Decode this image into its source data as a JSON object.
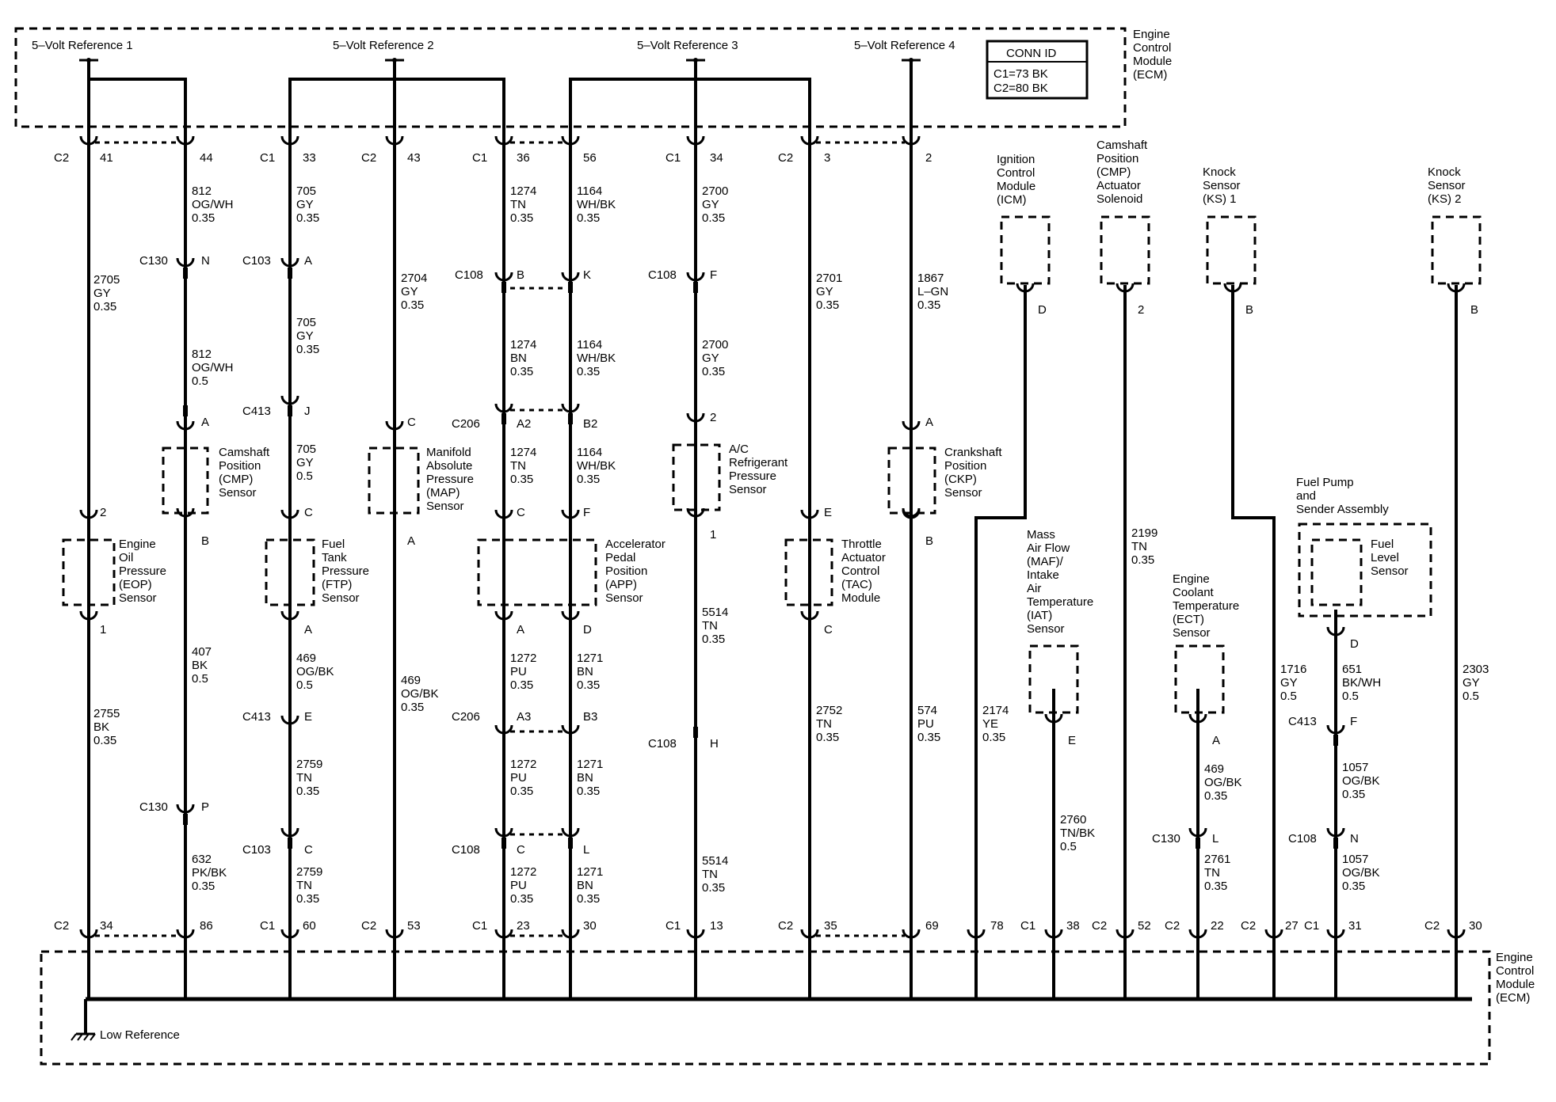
{
  "ecm": {
    "label_top": [
      "Engine",
      "Control",
      "Module",
      "(ECM)"
    ],
    "label_bottom": [
      "Engine",
      "Control",
      "Module",
      "(ECM)"
    ],
    "low_reference": "Low Reference"
  },
  "conn_id": {
    "title": "CONN ID",
    "lines": [
      "C1=73 BK",
      "C2=80 BK"
    ]
  },
  "references": [
    "5–Volt Reference 1",
    "5–Volt Reference 2",
    "5–Volt Reference 3",
    "5–Volt Reference 4"
  ],
  "top_pins": [
    {
      "conn": "C2",
      "pin": "41"
    },
    {
      "conn": "",
      "pin": "44"
    },
    {
      "conn": "C1",
      "pin": "33"
    },
    {
      "conn": "C2",
      "pin": "43"
    },
    {
      "conn": "C1",
      "pin": "36"
    },
    {
      "conn": "",
      "pin": "56"
    },
    {
      "conn": "C1",
      "pin": "34"
    },
    {
      "conn": "C2",
      "pin": "3"
    },
    {
      "conn": "",
      "pin": "2"
    }
  ],
  "bottom_pins": [
    {
      "conn": "C2",
      "pin": "34"
    },
    {
      "conn": "",
      "pin": "86"
    },
    {
      "conn": "C1",
      "pin": "60"
    },
    {
      "conn": "C2",
      "pin": "53"
    },
    {
      "conn": "C1",
      "pin": "23"
    },
    {
      "conn": "",
      "pin": "30"
    },
    {
      "conn": "C1",
      "pin": "13"
    },
    {
      "conn": "C2",
      "pin": "35"
    },
    {
      "conn": "",
      "pin": "69"
    },
    {
      "conn": "",
      "pin": "78"
    },
    {
      "conn": "C1",
      "pin": "38"
    },
    {
      "conn": "C2",
      "pin": "52"
    },
    {
      "conn": "C2",
      "pin": "22"
    },
    {
      "conn": "C2",
      "pin": "27"
    },
    {
      "conn": "C1",
      "pin": "31"
    },
    {
      "conn": "C2",
      "pin": "30"
    }
  ],
  "inline_connectors": [
    {
      "conn": "C130",
      "pin": "N"
    },
    {
      "conn": "C103",
      "pin": "A"
    },
    {
      "conn": "C108",
      "pin": "B"
    },
    {
      "conn": "",
      "pin": "K"
    },
    {
      "conn": "C108",
      "pin": "F"
    },
    {
      "conn": "C413",
      "pin": "J"
    },
    {
      "conn": "C206",
      "pin": "A2"
    },
    {
      "conn": "",
      "pin": "B2"
    },
    {
      "conn": "C413",
      "pin": "E"
    },
    {
      "conn": "C206",
      "pin": "A3"
    },
    {
      "conn": "",
      "pin": "B3"
    },
    {
      "conn": "C108",
      "pin": "H"
    },
    {
      "conn": "C130",
      "pin": "P"
    },
    {
      "conn": "C103",
      "pin": "C"
    },
    {
      "conn": "C108",
      "pin": "C"
    },
    {
      "conn": "",
      "pin": "L"
    },
    {
      "conn": "C130",
      "pin": "L"
    },
    {
      "conn": "C413",
      "pin": "F"
    },
    {
      "conn": "C108",
      "pin": "N"
    }
  ],
  "component_pins": [
    "2",
    "1",
    "A",
    "B",
    "C",
    "A",
    "C",
    "A",
    "C",
    "F",
    "A",
    "D",
    "2",
    "1",
    "E",
    "C",
    "A",
    "B",
    "D",
    "2",
    "B",
    "B",
    "E",
    "A",
    "D"
  ],
  "wires": [
    [
      "812",
      "OG/WH",
      "0.35"
    ],
    [
      "2705",
      "GY",
      "0.35"
    ],
    [
      "812",
      "OG/WH",
      "0.5"
    ],
    [
      "705",
      "GY",
      "0.35"
    ],
    [
      "705",
      "GY",
      "0.35"
    ],
    [
      "705",
      "GY",
      "0.5"
    ],
    [
      "2704",
      "GY",
      "0.35"
    ],
    [
      "1274",
      "TN",
      "0.35"
    ],
    [
      "1164",
      "WH/BK",
      "0.35"
    ],
    [
      "1274",
      "BN",
      "0.35"
    ],
    [
      "1164",
      "WH/BK",
      "0.35"
    ],
    [
      "1274",
      "TN",
      "0.35"
    ],
    [
      "1164",
      "WH/BK",
      "0.35"
    ],
    [
      "2700",
      "GY",
      "0.35"
    ],
    [
      "2700",
      "GY",
      "0.35"
    ],
    [
      "2701",
      "GY",
      "0.35"
    ],
    [
      "1867",
      "L–GN",
      "0.35"
    ],
    [
      "407",
      "BK",
      "0.5"
    ],
    [
      "2755",
      "BK",
      "0.35"
    ],
    [
      "632",
      "PK/BK",
      "0.35"
    ],
    [
      "469",
      "OG/BK",
      "0.5"
    ],
    [
      "2759",
      "TN",
      "0.35"
    ],
    [
      "2759",
      "TN",
      "0.35"
    ],
    [
      "469",
      "OG/BK",
      "0.35"
    ],
    [
      "1272",
      "PU",
      "0.35"
    ],
    [
      "1271",
      "BN",
      "0.35"
    ],
    [
      "1272",
      "PU",
      "0.35"
    ],
    [
      "1271",
      "BN",
      "0.35"
    ],
    [
      "1272",
      "PU",
      "0.35"
    ],
    [
      "1271",
      "BN",
      "0.35"
    ],
    [
      "5514",
      "TN",
      "0.35"
    ],
    [
      "5514",
      "TN",
      "0.35"
    ],
    [
      "2752",
      "TN",
      "0.35"
    ],
    [
      "574",
      "PU",
      "0.35"
    ],
    [
      "2174",
      "YE",
      "0.35"
    ],
    [
      "2760",
      "TN/BK",
      "0.5"
    ],
    [
      "2199",
      "TN",
      "0.35"
    ],
    [
      "469",
      "OG/BK",
      "0.35"
    ],
    [
      "2761",
      "TN",
      "0.35"
    ],
    [
      "1716",
      "GY",
      "0.5"
    ],
    [
      "651",
      "BK/WH",
      "0.5"
    ],
    [
      "1057",
      "OG/BK",
      "0.35"
    ],
    [
      "1057",
      "OG/BK",
      "0.35"
    ],
    [
      "2303",
      "GY",
      "0.5"
    ]
  ],
  "components": [
    [
      "Camshaft",
      "Position",
      "(CMP)",
      "Sensor"
    ],
    [
      "Engine",
      "Oil",
      "Pressure",
      "(EOP)",
      "Sensor"
    ],
    [
      "Fuel",
      "Tank",
      "Pressure",
      "(FTP)",
      "Sensor"
    ],
    [
      "Manifold",
      "Absolute",
      "Pressure",
      "(MAP)",
      "Sensor"
    ],
    [
      "Accelerator",
      "Pedal",
      "Position",
      "(APP)",
      "Sensor"
    ],
    [
      "A/C",
      "Refrigerant",
      "Pressure",
      "Sensor"
    ],
    [
      "Throttle",
      "Actuator",
      "Control",
      "(TAC)",
      "Module"
    ],
    [
      "Crankshaft",
      "Position",
      "(CKP)",
      "Sensor"
    ],
    [
      "Ignition",
      "Control",
      "Module",
      "(ICM)"
    ],
    [
      "Camshaft",
      "Position",
      "(CMP)",
      "Actuator",
      "Solenoid"
    ],
    [
      "Knock",
      "Sensor",
      "(KS) 1"
    ],
    [
      "Knock",
      "Sensor",
      "(KS) 2"
    ],
    [
      "Mass",
      "Air Flow",
      "(MAF)/",
      "Intake",
      "Air",
      "Temperature",
      "(IAT)",
      "Sensor"
    ],
    [
      "Engine",
      "Coolant",
      "Temperature",
      "(ECT)",
      "Sensor"
    ],
    [
      "Fuel Pump",
      "and",
      "Sender Assembly"
    ],
    [
      "Fuel",
      "Level",
      "Sensor"
    ]
  ]
}
